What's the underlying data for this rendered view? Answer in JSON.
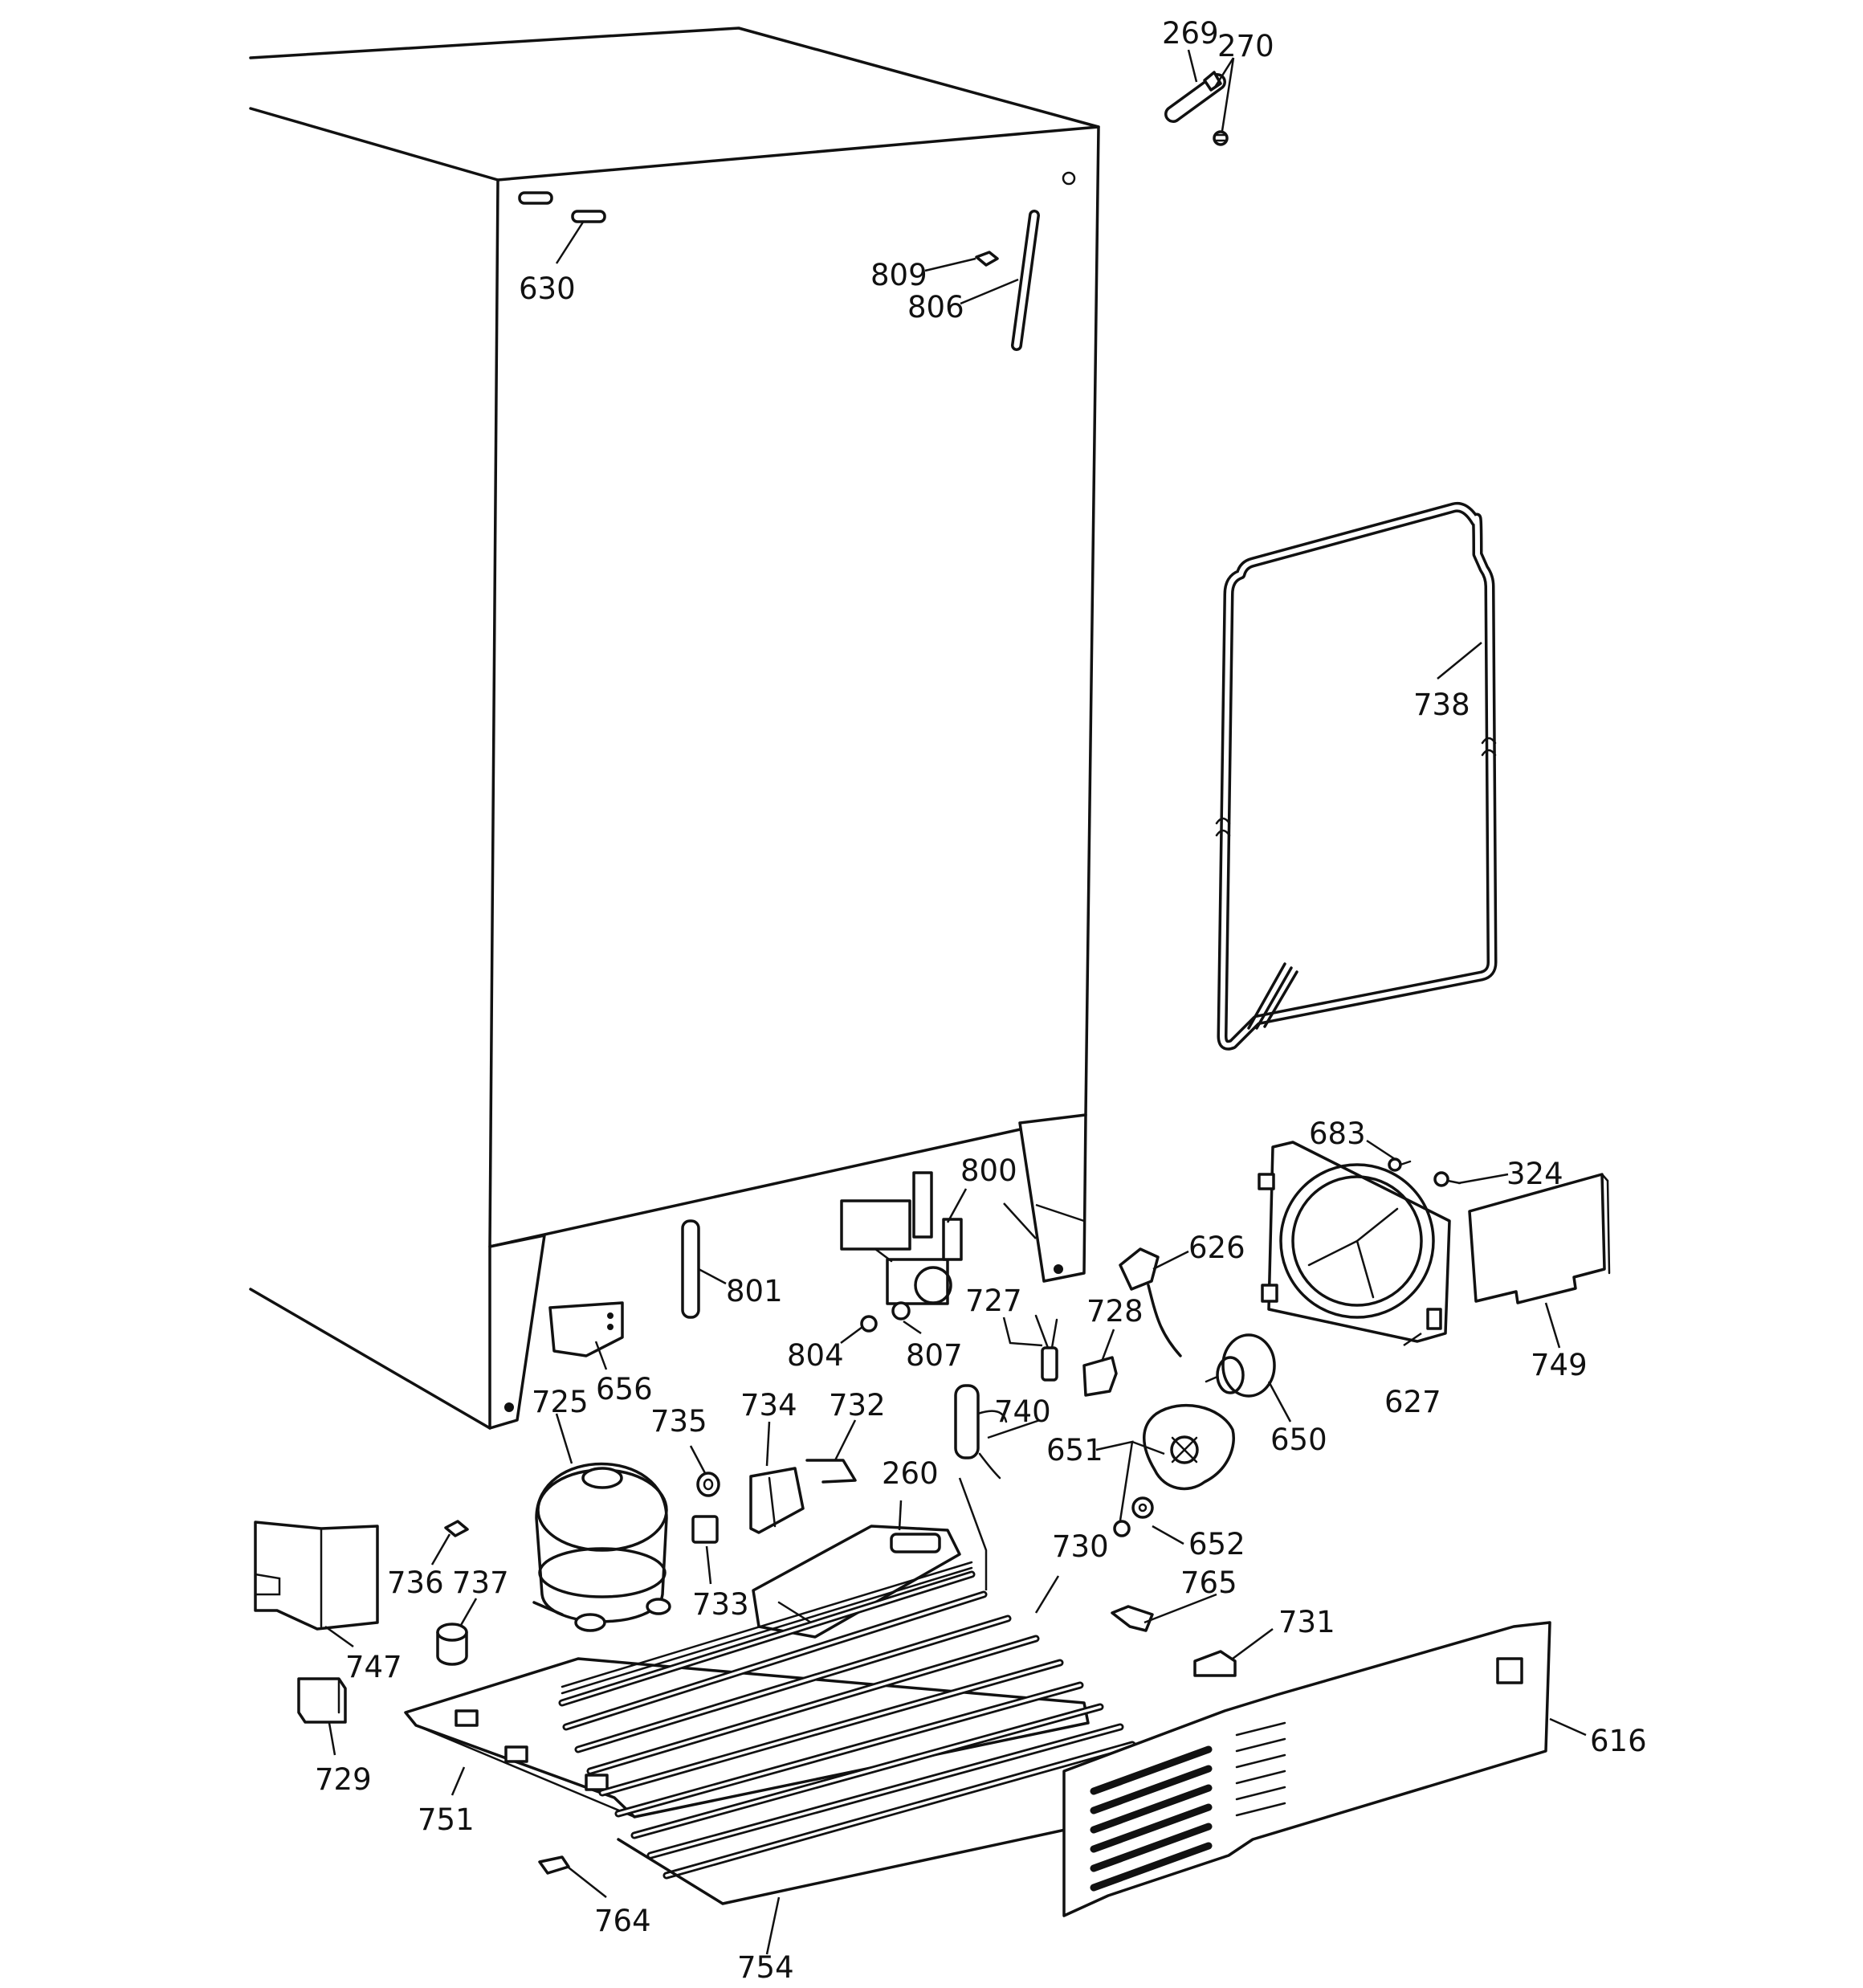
{
  "callouts": [
    {
      "id": "269",
      "text": "269"
    },
    {
      "id": "270",
      "text": "270"
    },
    {
      "id": "630",
      "text": "630"
    },
    {
      "id": "809",
      "text": "809"
    },
    {
      "id": "806",
      "text": "806"
    },
    {
      "id": "738",
      "text": "738"
    },
    {
      "id": "683",
      "text": "683"
    },
    {
      "id": "324",
      "text": "324"
    },
    {
      "id": "800",
      "text": "800"
    },
    {
      "id": "626",
      "text": "626"
    },
    {
      "id": "801",
      "text": "801"
    },
    {
      "id": "656",
      "text": "656"
    },
    {
      "id": "804",
      "text": "804"
    },
    {
      "id": "807",
      "text": "807"
    },
    {
      "id": "727",
      "text": "727"
    },
    {
      "id": "728",
      "text": "728"
    },
    {
      "id": "627",
      "text": "627"
    },
    {
      "id": "749",
      "text": "749"
    },
    {
      "id": "650",
      "text": "650"
    },
    {
      "id": "725",
      "text": "725"
    },
    {
      "id": "735",
      "text": "735"
    },
    {
      "id": "734",
      "text": "734"
    },
    {
      "id": "732",
      "text": "732"
    },
    {
      "id": "740",
      "text": "740"
    },
    {
      "id": "651",
      "text": "651"
    },
    {
      "id": "260",
      "text": "260"
    },
    {
      "id": "652",
      "text": "652"
    },
    {
      "id": "730",
      "text": "730"
    },
    {
      "id": "736",
      "text": "736"
    },
    {
      "id": "737",
      "text": "737"
    },
    {
      "id": "733",
      "text": "733"
    },
    {
      "id": "765",
      "text": "765"
    },
    {
      "id": "731",
      "text": "731"
    },
    {
      "id": "747",
      "text": "747"
    },
    {
      "id": "616",
      "text": "616"
    },
    {
      "id": "729",
      "text": "729"
    },
    {
      "id": "751",
      "text": "751"
    },
    {
      "id": "764",
      "text": "764"
    },
    {
      "id": "754",
      "text": "754"
    }
  ],
  "colors": {
    "ink": "#111111",
    "paper": "#ffffff"
  }
}
